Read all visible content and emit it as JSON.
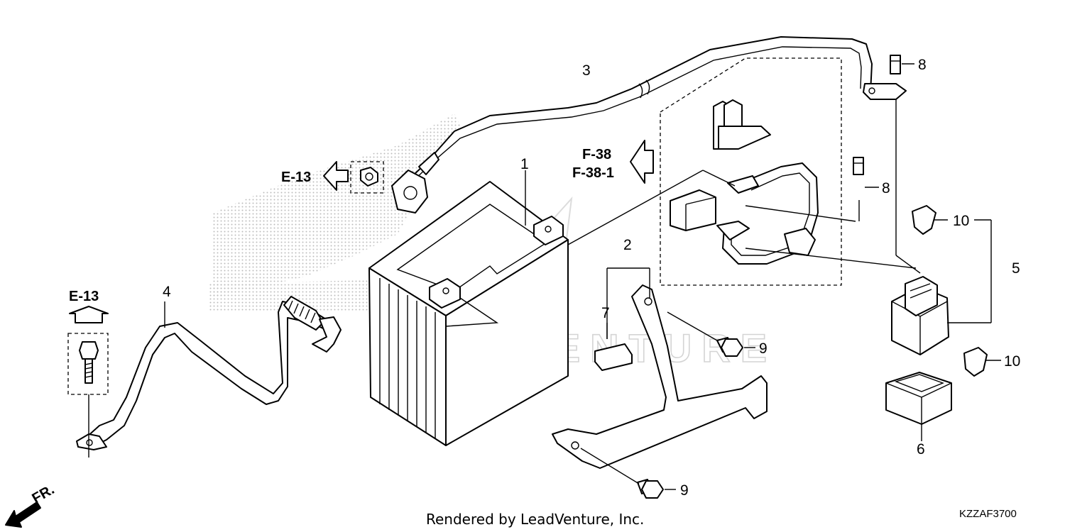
{
  "callouts": {
    "c1": "1",
    "c2": "2",
    "c3": "3",
    "c4": "4",
    "c5": "5",
    "c6": "6",
    "c7": "7",
    "c8a": "8",
    "c8b": "8",
    "c9a": "9",
    "c9b": "9",
    "c10a": "10",
    "c10b": "10"
  },
  "refs": {
    "e13_top": "E-13",
    "e13_left": "E-13",
    "f38": "F-38",
    "f381": "F-38-1",
    "front": "FR."
  },
  "watermark": {
    "text": "LEADVENTURE"
  },
  "footer": {
    "rendered_by": "Rendered by LeadVenture, Inc.",
    "diagram_code": "KZZAF3700"
  },
  "colors": {
    "line": "#000000",
    "halftone": "#bcbcbc",
    "watermark": "#d4d4d4"
  }
}
